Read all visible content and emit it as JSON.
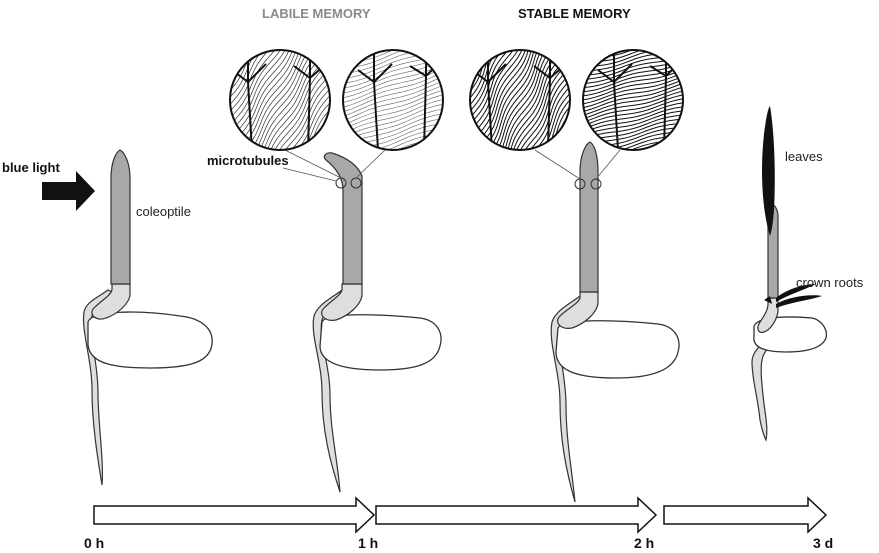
{
  "headers": {
    "labile": "LABILE MEMORY",
    "stable": "STABLE MEMORY"
  },
  "labels": {
    "blue_light": "blue light",
    "coleoptile": "coleoptile",
    "microtubules": "microtubules",
    "leaves": "leaves",
    "crown_roots": "crown roots"
  },
  "timeline": [
    "0 h",
    "1 h",
    "2 h",
    "3 d"
  ],
  "colors": {
    "coleoptile": "#a8a8a8",
    "mesocotyl": "#dedede",
    "leaves": "#111111",
    "labile_header": "#8a8a8a",
    "stable_header": "#111111",
    "outline": "#333333"
  }
}
